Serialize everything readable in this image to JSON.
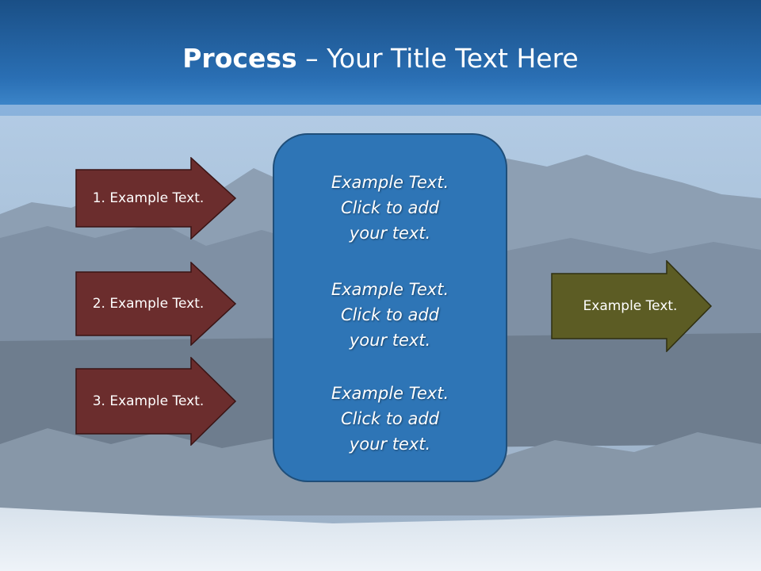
{
  "slide": {
    "title_bold": "Process",
    "title_rest": " – Your Title Text Here"
  },
  "inputs": [
    {
      "label": "1. Example Text."
    },
    {
      "label": "2. Example Text."
    },
    {
      "label": "3. Example Text."
    }
  ],
  "center": {
    "paragraphs": [
      "Example Text.\nClick  to add\nyour text.",
      "Example Text.\nClick  to add\nyour text.",
      "Example Text.\nClick  to add\nyour text."
    ]
  },
  "output": {
    "label": "Example Text."
  },
  "colors": {
    "title_band": "#1f63a8",
    "input_arrow_fill": "#6b2d2d",
    "output_arrow_fill": "#5c5c24",
    "center_box_fill": "#2e75b6",
    "center_box_border": "#1f4e79"
  }
}
